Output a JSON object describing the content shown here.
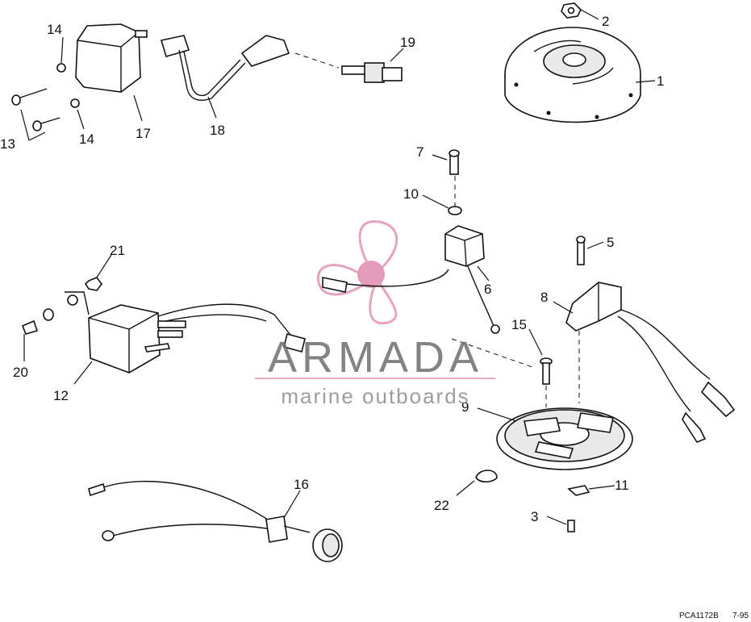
{
  "diagram": {
    "callouts": {
      "c1": "1",
      "c2": "2",
      "c3": "3",
      "c5": "5",
      "c6": "6",
      "c7": "7",
      "c8": "8",
      "c9": "9",
      "c10": "10",
      "c11": "11",
      "c12": "12",
      "c13": "13",
      "c14a": "14",
      "c14b": "14",
      "c15": "15",
      "c16": "16",
      "c17": "17",
      "c18": "18",
      "c19": "19",
      "c20": "20",
      "c21": "21",
      "c22": "22"
    },
    "footer": {
      "code": "PCA1172B",
      "date": "7-95"
    }
  },
  "watermark": {
    "brand": "ARMADA",
    "tagline": "marine outboards",
    "accent_color": "#e49ab9",
    "text_color": "#6e6e6e"
  }
}
